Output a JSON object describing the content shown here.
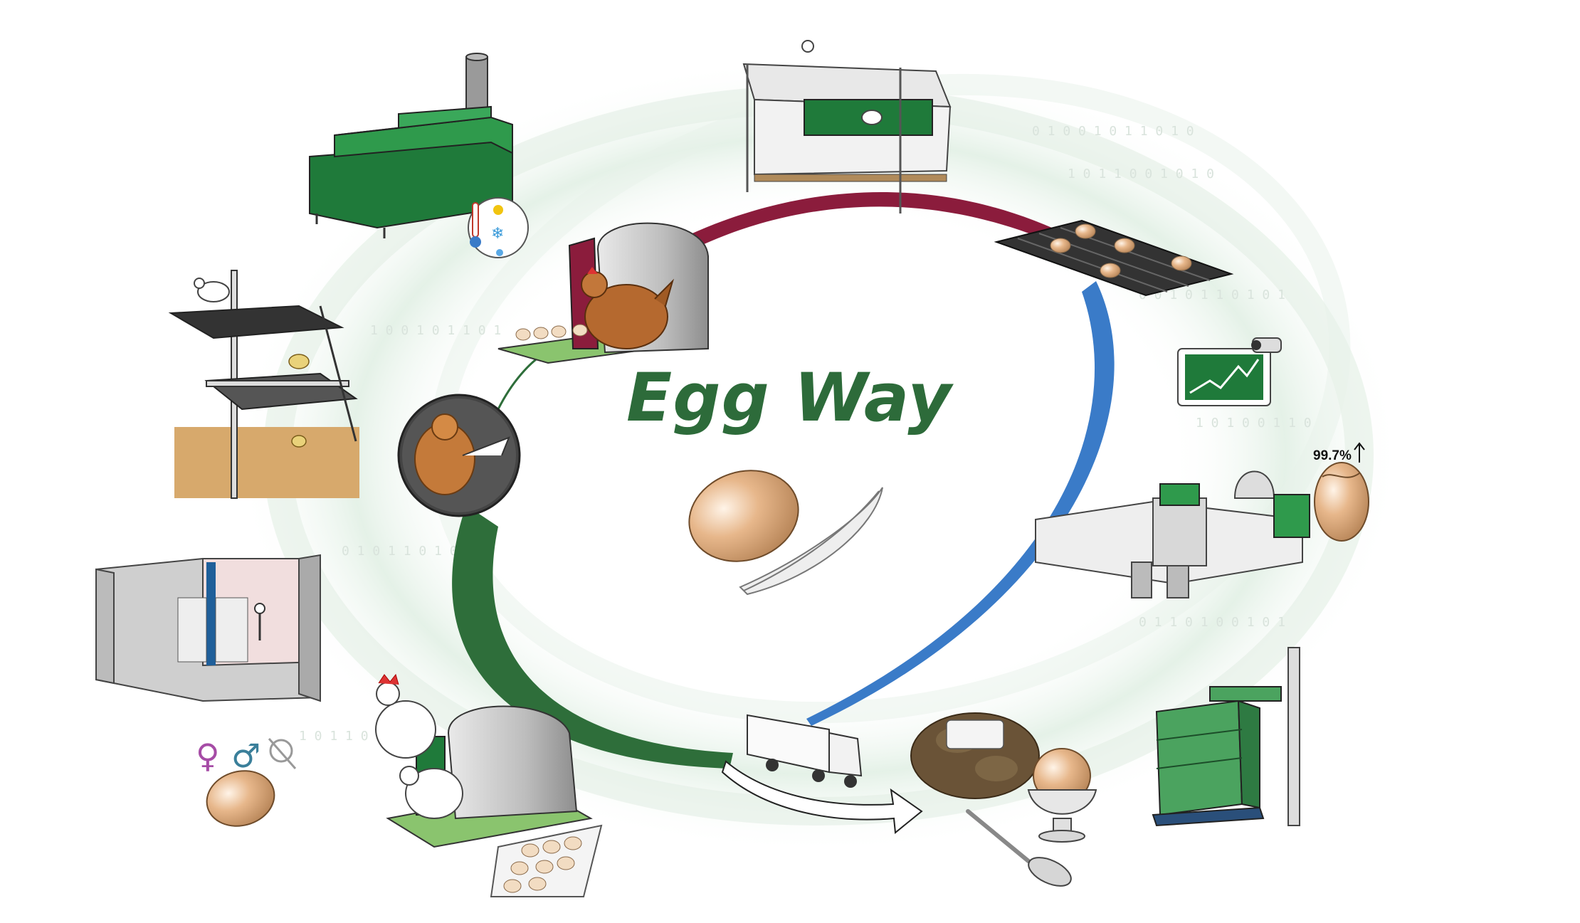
{
  "title": "Egg Way",
  "quality_percent": "99.7%",
  "gender_symbols": [
    "♀",
    "♂"
  ],
  "colors": {
    "title": "#2d6b3a",
    "arc_green": "#2e6e3a",
    "arc_maroon": "#8b1c3c",
    "arc_blue": "#3a7bc8",
    "machine_green": "#1f7a3a",
    "egg": "#d9a77a",
    "hen": "#b5692f",
    "gender_female": "#a64ca6",
    "gender_male": "#3a7f9a"
  },
  "stages": [
    {
      "name": "feed-mill",
      "icon": "thermometer-weather-icon"
    },
    {
      "name": "hatchery-trays",
      "icon": "hatching-eggs-icon"
    },
    {
      "name": "incubator-room",
      "icon": "incubator-icon"
    },
    {
      "name": "rearing",
      "icon": "chick-icon"
    },
    {
      "name": "laying-nest",
      "icon": "hen-icon"
    },
    {
      "name": "aviary-housing",
      "icon": "aviary-icon"
    },
    {
      "name": "egg-collection",
      "icon": "egg-belt-icon"
    },
    {
      "name": "monitoring",
      "icon": "camera-tablet-icon"
    },
    {
      "name": "grading",
      "icon": "grading-machine-icon"
    },
    {
      "name": "packing",
      "icon": "pallet-icon"
    },
    {
      "name": "transport",
      "icon": "truck-icon"
    },
    {
      "name": "consumer",
      "icon": "egg-cup-icon"
    }
  ]
}
